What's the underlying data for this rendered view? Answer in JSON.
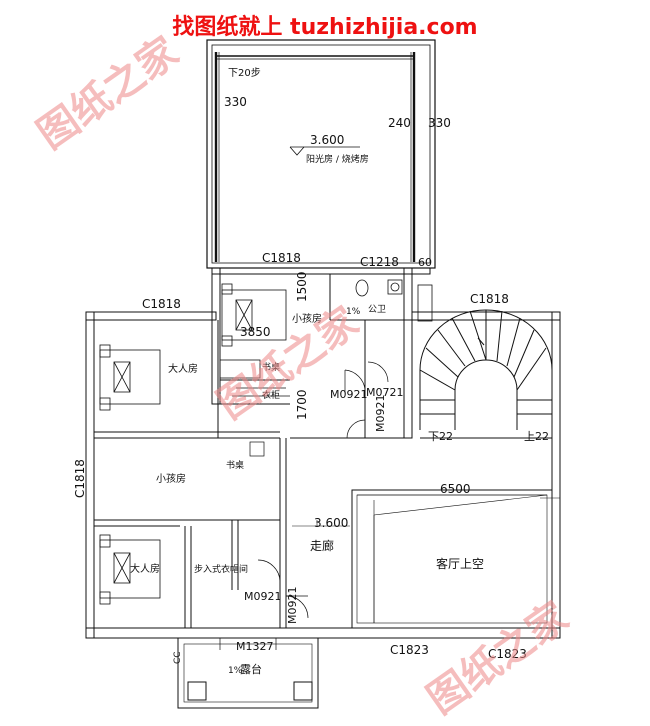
{
  "header": {
    "site_banner": "找图纸就上 tuzhizhijia.com"
  },
  "watermarks": {
    "brand": "图纸之家"
  },
  "plan": {
    "levels": {
      "sunroom": "3.600",
      "corridor": "3.600"
    },
    "rooms": {
      "sunroom": "阳光房 / 烧烤房",
      "small_bedroom_top": "小孩房",
      "master_bedroom": "大人房",
      "study_top": "书桌",
      "wardrobe": "衣柜",
      "wc": "公卫",
      "small_bedroom_mid": "小孩房",
      "study_mid": "书桌",
      "bedroom_bottom": "大人房",
      "walkin_closet": "步入式衣帽间",
      "corridor": "走廊",
      "living_void": "客厅上空",
      "terrace": "露台"
    },
    "windows": {
      "c1818_top": "C1818",
      "c1218": "C1218",
      "c1818_left": "C1818",
      "c1818_right": "C1818",
      "c1818_side": "C1818",
      "c1823_a": "C1823",
      "c1823_b": "C1823"
    },
    "doors": {
      "m0921_a": "M0921",
      "m0721": "M0721",
      "m0921_b": "M0921",
      "m0921_c": "M0921",
      "m0921_d": "M0921",
      "m1327": "M1327"
    },
    "dimensions": {
      "d330_left": "330",
      "d240": "240",
      "d330_right": "330",
      "d1500": "1500",
      "d3850": "3850",
      "d1700": "1700",
      "d6500": "6500"
    },
    "stairs": {
      "down20": "下20步",
      "down22": "下22",
      "up22": "上22"
    },
    "slopes": {
      "wc_slope": "1%",
      "terrace_slope": "1%"
    },
    "misc": {
      "cc": "CC",
      "h60": "60"
    }
  }
}
